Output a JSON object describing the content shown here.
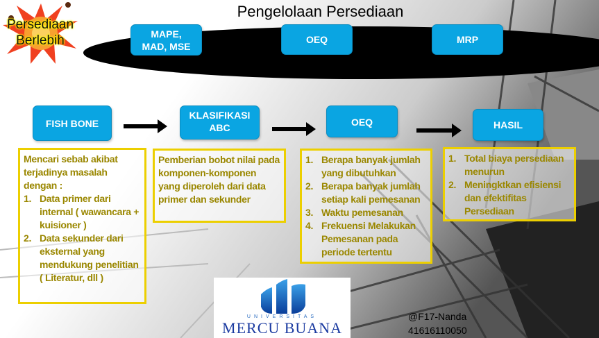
{
  "slide": {
    "title": "Pengelolaan Persediaan"
  },
  "badge": {
    "text_line1": "Persediaan",
    "text_line2": "Berlebih",
    "icon": "explosion-icon"
  },
  "top_buttons": [
    {
      "label_line1": "MAPE,",
      "label_line2": "MAD, MSE"
    },
    {
      "label": "OEQ"
    },
    {
      "label": "MRP"
    }
  ],
  "flow": [
    {
      "label": "FISH BONE"
    },
    {
      "label_line1": "KLASIFIKASI",
      "label_line2": "ABC"
    },
    {
      "label": "OEQ"
    },
    {
      "label": "HASIL"
    }
  ],
  "boxes": {
    "fishbone": {
      "intro": "Mencari sebab akibat terjadinya masalah dengan :",
      "items": [
        {
          "n": "1.",
          "text": "Data primer dari internal ( wawancara + kuisioner )"
        },
        {
          "n": "2.",
          "text": "Data sekunder dari eksternal yang mendukung penelitian ( Literatur, dll )"
        }
      ]
    },
    "abc": {
      "text": "Pemberian bobot nilai pada komponen-komponen yang diperoleh dari data primer dan sekunder"
    },
    "oeq": {
      "items": [
        {
          "n": "1.",
          "text": "Berapa banyak jumlah yang dibutuhkan"
        },
        {
          "n": "2.",
          "text": "Berapa banyak jumlah setiap kali pemesanan"
        },
        {
          "n": "3.",
          "text": "Waktu pemesanan"
        },
        {
          "n": "4.",
          "text": "Frekuensi Melakukan Pemesanan pada periode tertentu"
        }
      ]
    },
    "hasil": {
      "items": [
        {
          "n": "1.",
          "text": "Total biaya persediaan menurun"
        },
        {
          "n": "2.",
          "text": "Meningktkan efisiensi dan efektifitas Persediaan"
        }
      ]
    }
  },
  "logo": {
    "subtitle": "UNIVERSITAS",
    "name": "MERCU BUANA"
  },
  "credit": {
    "line1": "@F17-Nanda",
    "line2": "41616110050"
  },
  "colors": {
    "button": "#0aa5e2",
    "box_border": "#eccf00",
    "box_text": "#9a8700"
  }
}
